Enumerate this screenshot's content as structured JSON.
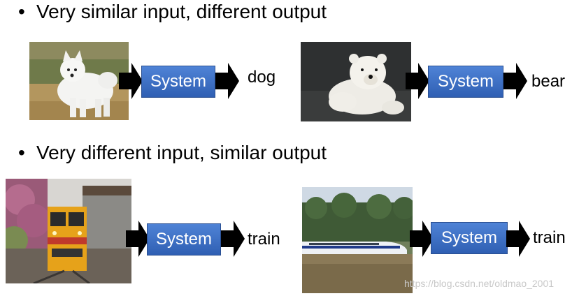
{
  "bullets": {
    "top": "Very similar input, different output",
    "bottom": "Very different input, similar output",
    "marker": "•"
  },
  "rows": [
    {
      "left": {
        "image": "white-dog-photo",
        "system": "System",
        "output": "dog"
      },
      "right": {
        "image": "polar-bear-cub-photo",
        "system": "System",
        "output": "bear"
      }
    },
    {
      "left": {
        "image": "yellow-train-station-photo",
        "system": "System",
        "output": "train"
      },
      "right": {
        "image": "white-high-speed-train-photo",
        "system": "System",
        "output": "train"
      }
    }
  ],
  "watermark": "https://blog.csdn.net/oldmao_2001",
  "colors": {
    "system_box": "#3f72c8",
    "arrow": "#000000"
  }
}
